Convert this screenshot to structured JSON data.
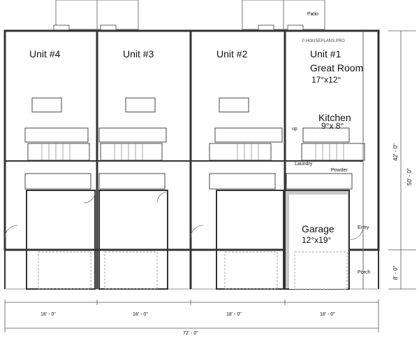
{
  "site": {
    "credit": "© HOUSEPLANS.PRO"
  },
  "units": [
    {
      "label": "Unit #4"
    },
    {
      "label": "Unit #3"
    },
    {
      "label": "Unit #2"
    },
    {
      "label": "Unit #1"
    }
  ],
  "rooms": {
    "great_room": {
      "name": "Great Room",
      "size": "17°x12°"
    },
    "kitchen": {
      "name": "Kitchen",
      "size": "9°x 8°"
    },
    "garage": {
      "name": "Garage",
      "size": "12°x19°"
    },
    "patio": "Patio",
    "laundry": "Laundry",
    "powder": "Powder",
    "entry": "Entry",
    "porch": "Porch",
    "stair": "up"
  },
  "dimensions": {
    "unit_widths": [
      "18' - 0\"",
      "18' - 0\"",
      "18' - 0\"",
      "18' - 0\""
    ],
    "total_width": "72' - 0\"",
    "right": [
      "42' - 0\"",
      "50' - 0\"",
      "8' - 0\""
    ]
  }
}
